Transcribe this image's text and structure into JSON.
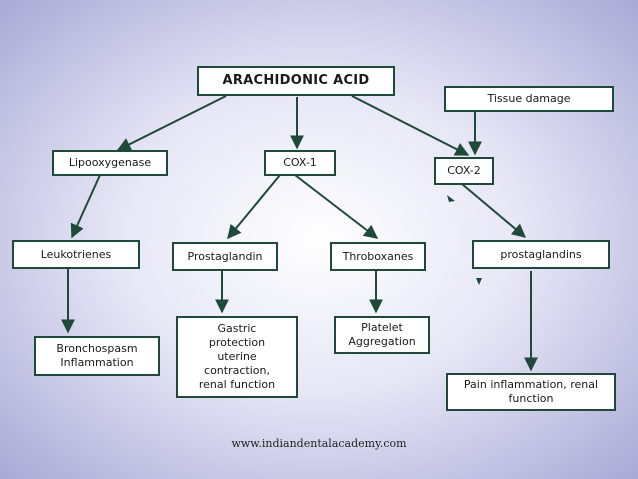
{
  "nodes": {
    "arachidonic_acid": "ARACHIDONIC ACID",
    "tissue_damage": "Tissue damage",
    "lipooxygenase": "Lipooxygenase",
    "cox1": "COX-1",
    "cox2": "COX-2",
    "leukotrienes": "Leukotrienes",
    "prostaglandin": "Prostaglandin",
    "throboxanes": "Throboxanes",
    "prostaglandins": "prostaglandins",
    "bronchospasm": "Bronchospasm\nInflammation",
    "gastric": "Gastric\nprotection\nuterine\ncontraction,\nrenal function",
    "platelet": "Platelet\nAggregation",
    "pain": "Pain inflammation, renal\nfunction"
  },
  "footer": "www.indiandentalacademy.com",
  "colors": {
    "line": "#1f4a3a",
    "box_border": "#1f4a3a"
  }
}
